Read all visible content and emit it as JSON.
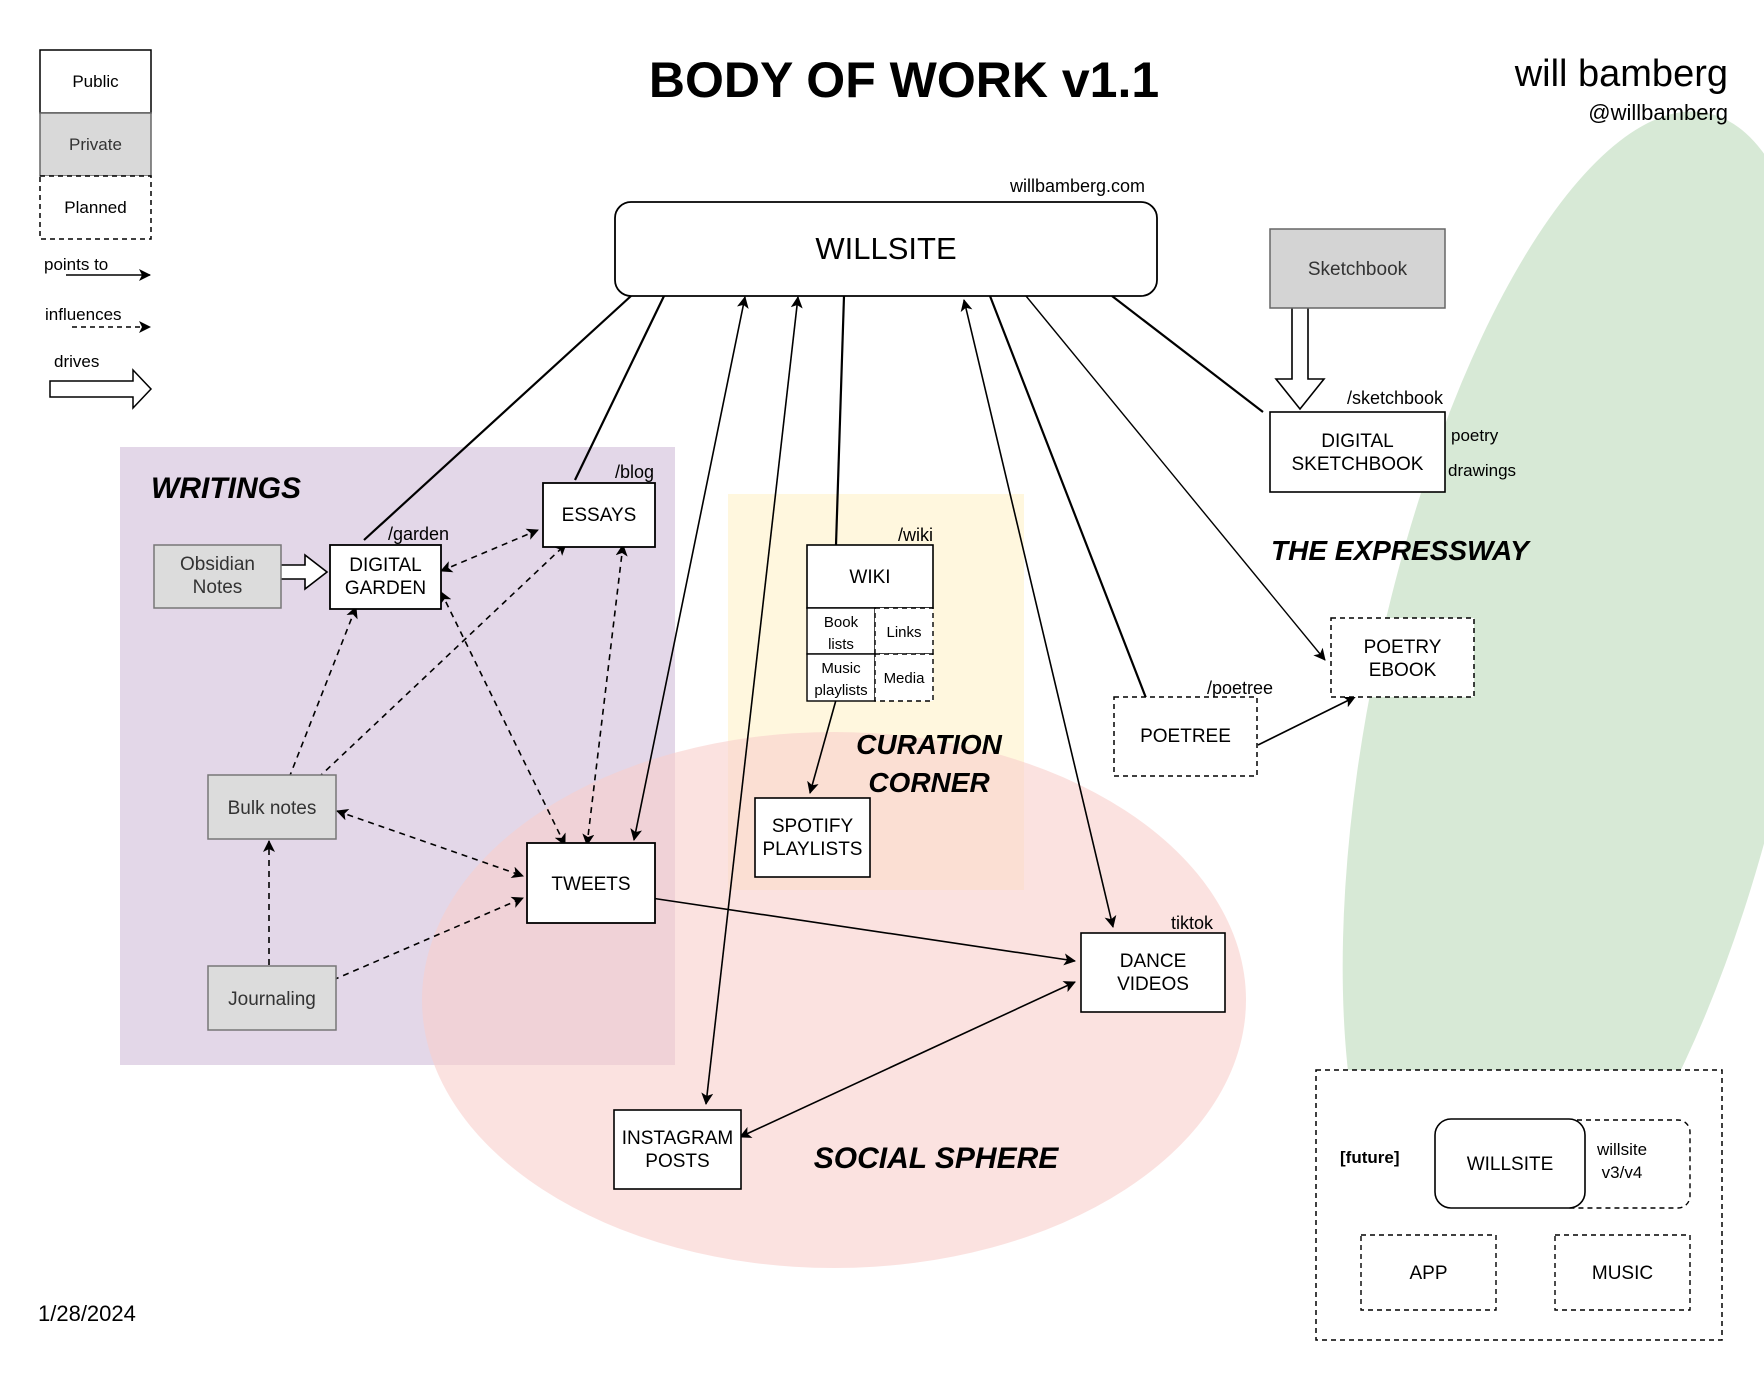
{
  "header": {
    "title": "BODY OF WORK v1.1",
    "author": "will bamberg",
    "handle": "@willbamberg"
  },
  "footer": {
    "date": "1/28/2024"
  },
  "legend": {
    "public": "Public",
    "private": "Private",
    "planned": "Planned",
    "points_to": "points to",
    "influences": "influences",
    "drives": "drives"
  },
  "colors": {
    "writings": "#e1d5e7",
    "curation": "#fff2cc",
    "social": "#f8cecc",
    "expressway": "#d5e8d4",
    "private_fill": "#d9d9d9",
    "public_fill": "#ffffff",
    "stroke": "#000000"
  },
  "regions": {
    "writings": "WRITINGS",
    "curation_line1": "CURATION",
    "curation_line2": "CORNER",
    "social": "SOCIAL SPHERE",
    "expressway": "THE EXPRESSWAY"
  },
  "nodes": {
    "willsite": {
      "label": "WILLSITE",
      "url": "willbamberg.com",
      "status": "public"
    },
    "sketchbook": {
      "label": "Sketchbook",
      "status": "private"
    },
    "digital_sketchbook": {
      "line1": "DIGITAL",
      "line2": "SKETCHBOOK",
      "path": "/sketchbook",
      "note1": "poetry",
      "note2": "drawings",
      "status": "public"
    },
    "obsidian": {
      "line1": "Obsidian",
      "line2": "Notes",
      "status": "private"
    },
    "digital_garden": {
      "line1": "DIGITAL",
      "line2": "GARDEN",
      "path": "/garden",
      "status": "public"
    },
    "essays": {
      "label": "ESSAYS",
      "path": "/blog",
      "status": "public"
    },
    "bulk_notes": {
      "label": "Bulk notes",
      "status": "private"
    },
    "journaling": {
      "label": "Journaling",
      "status": "private"
    },
    "tweets": {
      "label": "TWEETS",
      "status": "public"
    },
    "wiki": {
      "label": "WIKI",
      "path": "/wiki",
      "status": "public",
      "cells": {
        "book_lists_1": "Book",
        "book_lists_2": "lists",
        "links": "Links",
        "music_1": "Music",
        "music_2": "playlists",
        "media": "Media"
      }
    },
    "spotify": {
      "line1": "SPOTIFY",
      "line2": "PLAYLISTS",
      "status": "public"
    },
    "poetree": {
      "label": "POETREE",
      "path": "/poetree",
      "status": "planned"
    },
    "poetry_ebook": {
      "line1": "POETRY",
      "line2": "EBOOK",
      "status": "planned"
    },
    "dance_videos": {
      "line1": "DANCE",
      "line2": "VIDEOS",
      "path": "tiktok",
      "status": "public"
    },
    "instagram": {
      "line1": "INSTAGRAM",
      "line2": "POSTS",
      "status": "public"
    }
  },
  "future": {
    "tag": "[future]",
    "willsite": "WILLSITE",
    "version_1": "willsite",
    "version_2": "v3/v4",
    "app": "APP",
    "music": "MUSIC"
  },
  "edges": [
    {
      "from": "willsite",
      "to": "digital_garden",
      "type": "line"
    },
    {
      "from": "willsite",
      "to": "essays",
      "type": "line"
    },
    {
      "from": "tweets",
      "to": "willsite",
      "type": "points_to_both"
    },
    {
      "from": "instagram",
      "to": "willsite",
      "type": "points_to_both"
    },
    {
      "from": "willsite",
      "to": "wiki",
      "type": "line"
    },
    {
      "from": "dance_videos",
      "to": "willsite",
      "type": "points_to_both"
    },
    {
      "from": "willsite",
      "to": "poetree",
      "type": "line"
    },
    {
      "from": "willsite",
      "to": "poetry_ebook",
      "type": "points_to"
    },
    {
      "from": "willsite",
      "to": "digital_sketchbook",
      "type": "line"
    },
    {
      "from": "sketchbook",
      "to": "digital_sketchbook",
      "type": "drives"
    },
    {
      "from": "obsidian",
      "to": "digital_garden",
      "type": "drives"
    },
    {
      "from": "digital_garden",
      "to": "essays",
      "type": "influences_both"
    },
    {
      "from": "bulk_notes",
      "to": "digital_garden",
      "type": "influences"
    },
    {
      "from": "bulk_notes",
      "to": "essays",
      "type": "influences"
    },
    {
      "from": "digital_garden",
      "to": "tweets",
      "type": "influences_both"
    },
    {
      "from": "essays",
      "to": "tweets",
      "type": "influences_both"
    },
    {
      "from": "bulk_notes",
      "to": "tweets",
      "type": "influences_both"
    },
    {
      "from": "journaling",
      "to": "bulk_notes",
      "type": "influences"
    },
    {
      "from": "journaling",
      "to": "tweets",
      "type": "influences"
    },
    {
      "from": "tweets",
      "to": "dance_videos",
      "type": "points_to"
    },
    {
      "from": "instagram",
      "to": "dance_videos",
      "type": "points_to_both"
    },
    {
      "from": "wiki",
      "to": "spotify",
      "type": "points_to"
    },
    {
      "from": "poetree",
      "to": "poetry_ebook",
      "type": "points_to"
    }
  ]
}
